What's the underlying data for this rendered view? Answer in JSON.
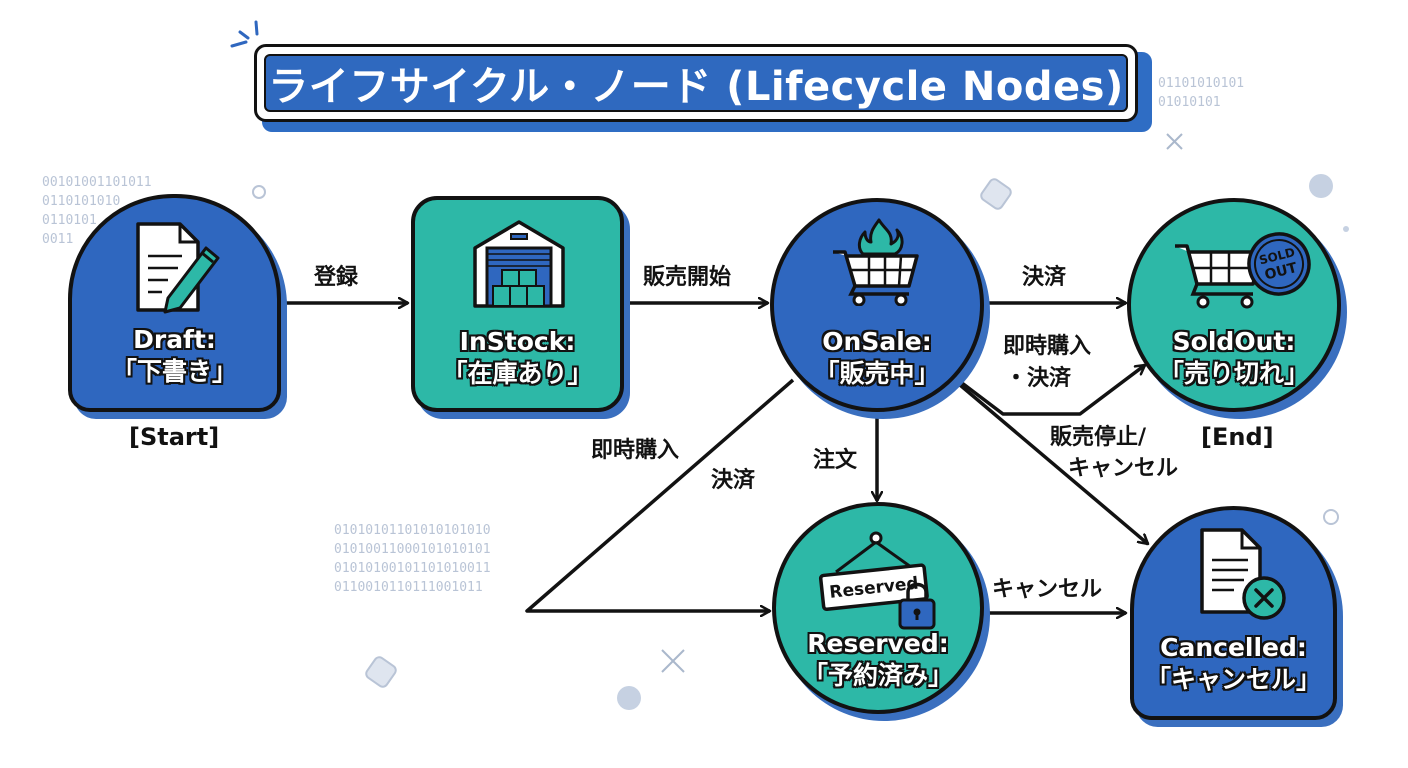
{
  "title": "ライフサイクル・ノード (Lifecycle Nodes)",
  "background_binary": [
    "01101010101\n01010101",
    "00101001101011\n0110101010\n0110101\n0011",
    "01010101101010101010\n01010011000101010101\n01010100101101010011\n0110010110111001011"
  ],
  "colors": {
    "blue": "#2f67bf",
    "teal": "#2db8a7",
    "outline": "#121212"
  },
  "nodes": {
    "draft": {
      "name": "Draft:",
      "jp": "「下書き」",
      "marker": "[Start]",
      "icon": "document-edit-icon"
    },
    "instock": {
      "name": "InStock:",
      "jp": "「在庫あり」",
      "icon": "warehouse-icon"
    },
    "onsale": {
      "name": "OnSale:",
      "jp": "「販売中」",
      "icon": "shopping-cart-fire-icon"
    },
    "soldout": {
      "name": "SoldOut:",
      "jp": "「売り切れ」",
      "marker": "[End]",
      "icon": "sold-out-cart-icon",
      "stamp": "SOLD OUT"
    },
    "reserved": {
      "name": "Reserved:",
      "jp": "「予約済み」",
      "icon": "reserved-sign-lock-icon",
      "sign": "Reserved"
    },
    "cancelled": {
      "name": "Cancelled:",
      "jp": "「キャンセル」",
      "icon": "cancelled-document-icon"
    }
  },
  "edges": {
    "draft_instock": "登録",
    "instock_onsale": "販売開始",
    "onsale_soldout": "決済",
    "onsale_soldout_instant": [
      "即時購入",
      "・決済"
    ],
    "onsale_reserved": "注文",
    "onsale_cancelled": [
      "販売停止/",
      "キャンセル"
    ],
    "onsale_reserved_instant": "即時購入",
    "onsale_reserved_settle": "決済",
    "reserved_cancelled": "キャンセル"
  }
}
